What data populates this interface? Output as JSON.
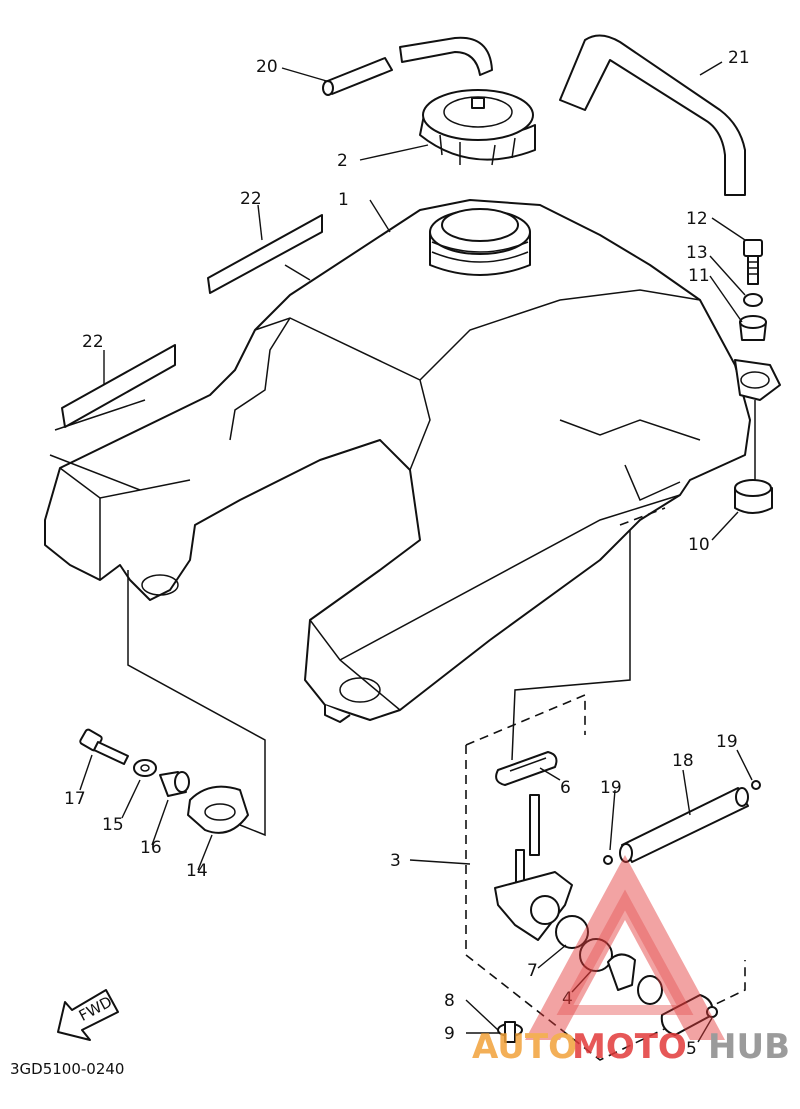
{
  "diagram": {
    "code": "3GD5100-0240",
    "fwd_label": "FWD",
    "callouts": [
      {
        "id": "c1",
        "text": "1"
      },
      {
        "id": "c2",
        "text": "2"
      },
      {
        "id": "c3",
        "text": "3"
      },
      {
        "id": "c4",
        "text": "4"
      },
      {
        "id": "c5",
        "text": "5"
      },
      {
        "id": "c6",
        "text": "6"
      },
      {
        "id": "c7",
        "text": "7"
      },
      {
        "id": "c8",
        "text": "8"
      },
      {
        "id": "c9",
        "text": "9"
      },
      {
        "id": "c10",
        "text": "10"
      },
      {
        "id": "c11",
        "text": "11"
      },
      {
        "id": "c12",
        "text": "12"
      },
      {
        "id": "c13",
        "text": "13"
      },
      {
        "id": "c14",
        "text": "14"
      },
      {
        "id": "c15",
        "text": "15"
      },
      {
        "id": "c16",
        "text": "16"
      },
      {
        "id": "c17",
        "text": "17"
      },
      {
        "id": "c18",
        "text": "18"
      },
      {
        "id": "c19a",
        "text": "19"
      },
      {
        "id": "c19b",
        "text": "19"
      },
      {
        "id": "c20",
        "text": "20"
      },
      {
        "id": "c21",
        "text": "21"
      },
      {
        "id": "c22a",
        "text": "22"
      },
      {
        "id": "c22b",
        "text": "22"
      }
    ]
  },
  "watermark": {
    "part1": "AUTO",
    "part2": "MOTO",
    "part3": "HUB",
    "colors": {
      "orange": "#f2a23a",
      "red": "#e23a3a",
      "gray": "#8a8a8a"
    }
  }
}
